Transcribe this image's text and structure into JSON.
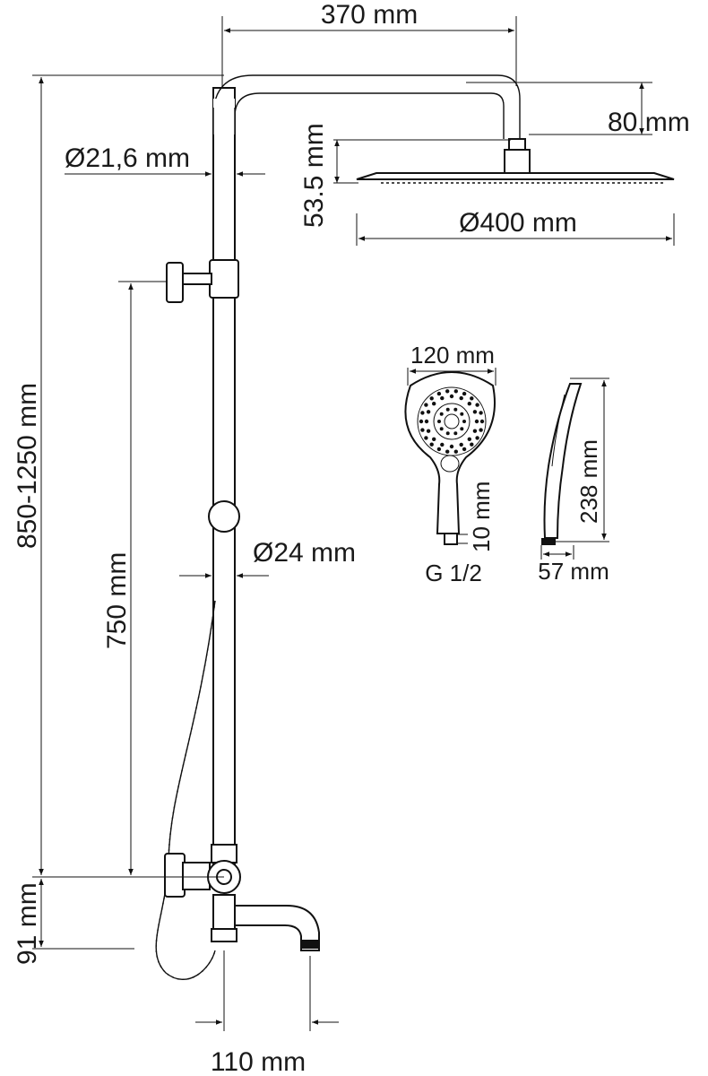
{
  "dimensions": {
    "arm_length": "370 mm",
    "arm_drop": "80 mm",
    "pipe_diameter_top": "Ø21,6 mm",
    "head_height": "53.5 mm",
    "head_diameter": "Ø400 mm",
    "overall_height": "850-1250 mm",
    "rail_height": "750 mm",
    "pipe_diameter_bottom": "Ø24 mm",
    "mixer_height": "91 mm",
    "spout_length": "110 mm",
    "hand_width": "120 mm",
    "hand_length": "238 mm",
    "hand_depth": "57 mm",
    "hand_nozzle": "10 mm",
    "thread": "G 1/2"
  },
  "icons": {
    "overhead_shower": "rain-shower-head-icon",
    "hand_shower": "hand-shower-icon",
    "mixer": "thermostatic-mixer-icon"
  },
  "colors": {
    "line": "#111111",
    "background": "#ffffff"
  }
}
